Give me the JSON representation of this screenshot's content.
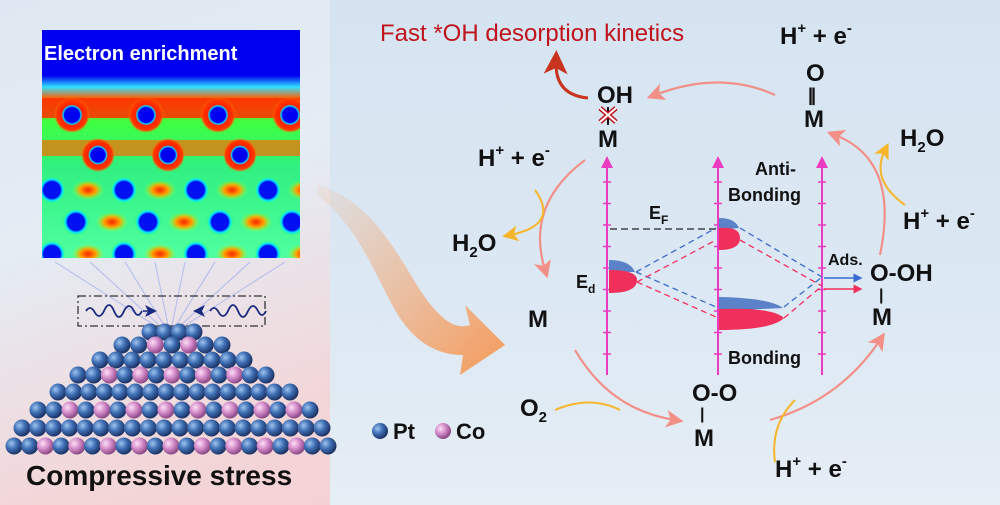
{
  "title": "Fast *OH desorption kinetics",
  "left_panel": {
    "heatmap_label": "Electron enrichment",
    "bottom_label": "Compressive stress",
    "legend": [
      {
        "label": "Pt",
        "color": "#3a5fae"
      },
      {
        "label": "Co",
        "color": "#d88ccf"
      }
    ]
  },
  "cycle": {
    "h_e_base": "H",
    "h_e_plus": "+",
    "h_e_mid": " + e",
    "h_e_minus": "-",
    "water_h": "H",
    "water_2": "2",
    "water_o": "O",
    "oxygen_o": "O",
    "oxygen_2": "2",
    "species_m": "M",
    "species_oh": "OH",
    "species_o": "O",
    "species_ooh": "O-OH",
    "species_oo": "O-O",
    "bond_double": "||",
    "bond_single": "|"
  },
  "orbital_diagram": {
    "anti_bonding_line1": "Anti-",
    "anti_bonding_line2": "Bonding",
    "bonding": "Bonding",
    "ef_main": "E",
    "ef_sub": "F",
    "ed_main": "E",
    "ed_sub": "d",
    "ads": "Ads."
  },
  "colors": {
    "title": "#c0141c",
    "axis": "#e93cc0",
    "spin_up": "#5b82c8",
    "spin_down": "#f0305a",
    "cycle_arrow": "#f29088",
    "yellow_arrow": "#f7b52a",
    "big_arrow": "#f5a46a"
  }
}
